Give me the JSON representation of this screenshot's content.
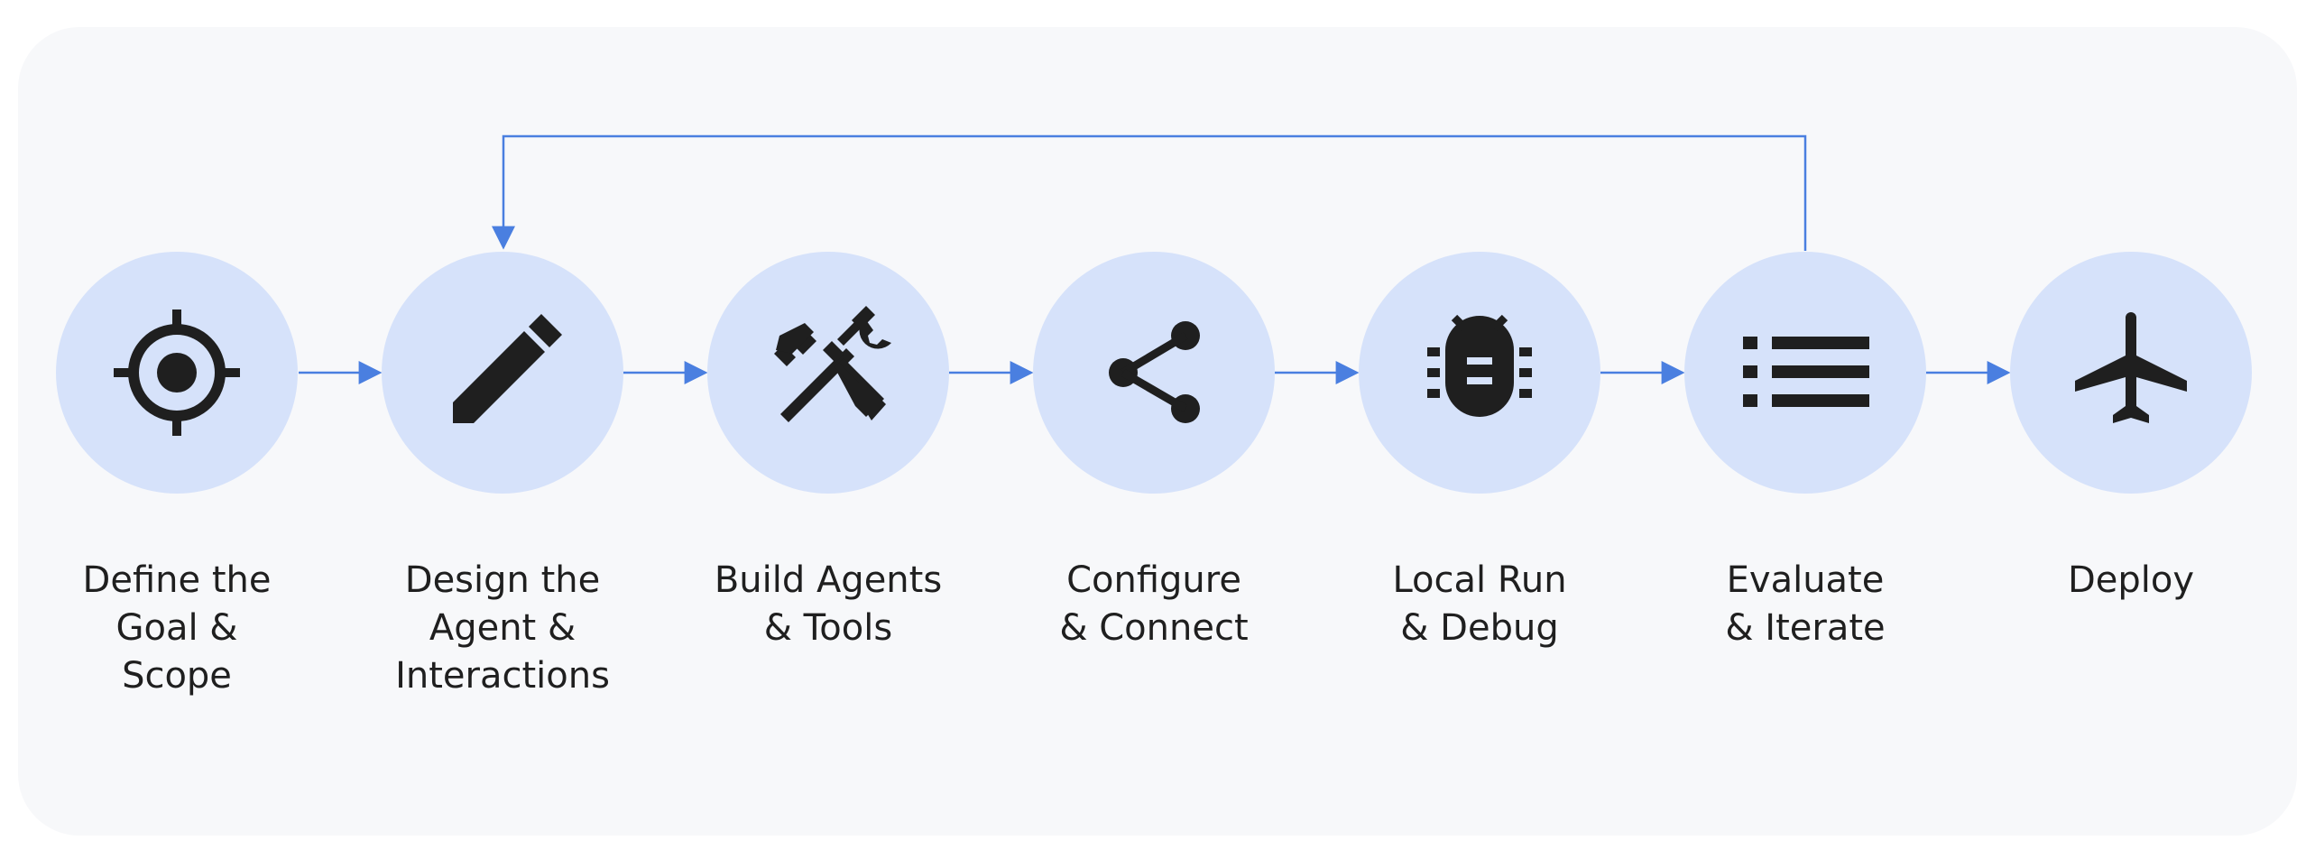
{
  "colors": {
    "background": "#f7f8fa",
    "circle_fill": "#d6e2fa",
    "icon": "#1f1f1f",
    "arrow": "#4a7fe0",
    "text": "#1f1f1f"
  },
  "steps": [
    {
      "label": "Define the\nGoal &\nScope",
      "icon": "target-crosshair-icon"
    },
    {
      "label": "Design the\nAgent &\nInteractions",
      "icon": "pencil-icon"
    },
    {
      "label": "Build Agents\n& Tools",
      "icon": "tools-icon"
    },
    {
      "label": "Configure\n& Connect",
      "icon": "share-icon"
    },
    {
      "label": "Local Run\n& Debug",
      "icon": "bug-icon"
    },
    {
      "label": "Evaluate\n& Iterate",
      "icon": "list-icon"
    },
    {
      "label": "Deploy",
      "icon": "airplane-icon"
    }
  ],
  "feedback_loop": {
    "from_step": 6,
    "to_step": 2
  }
}
